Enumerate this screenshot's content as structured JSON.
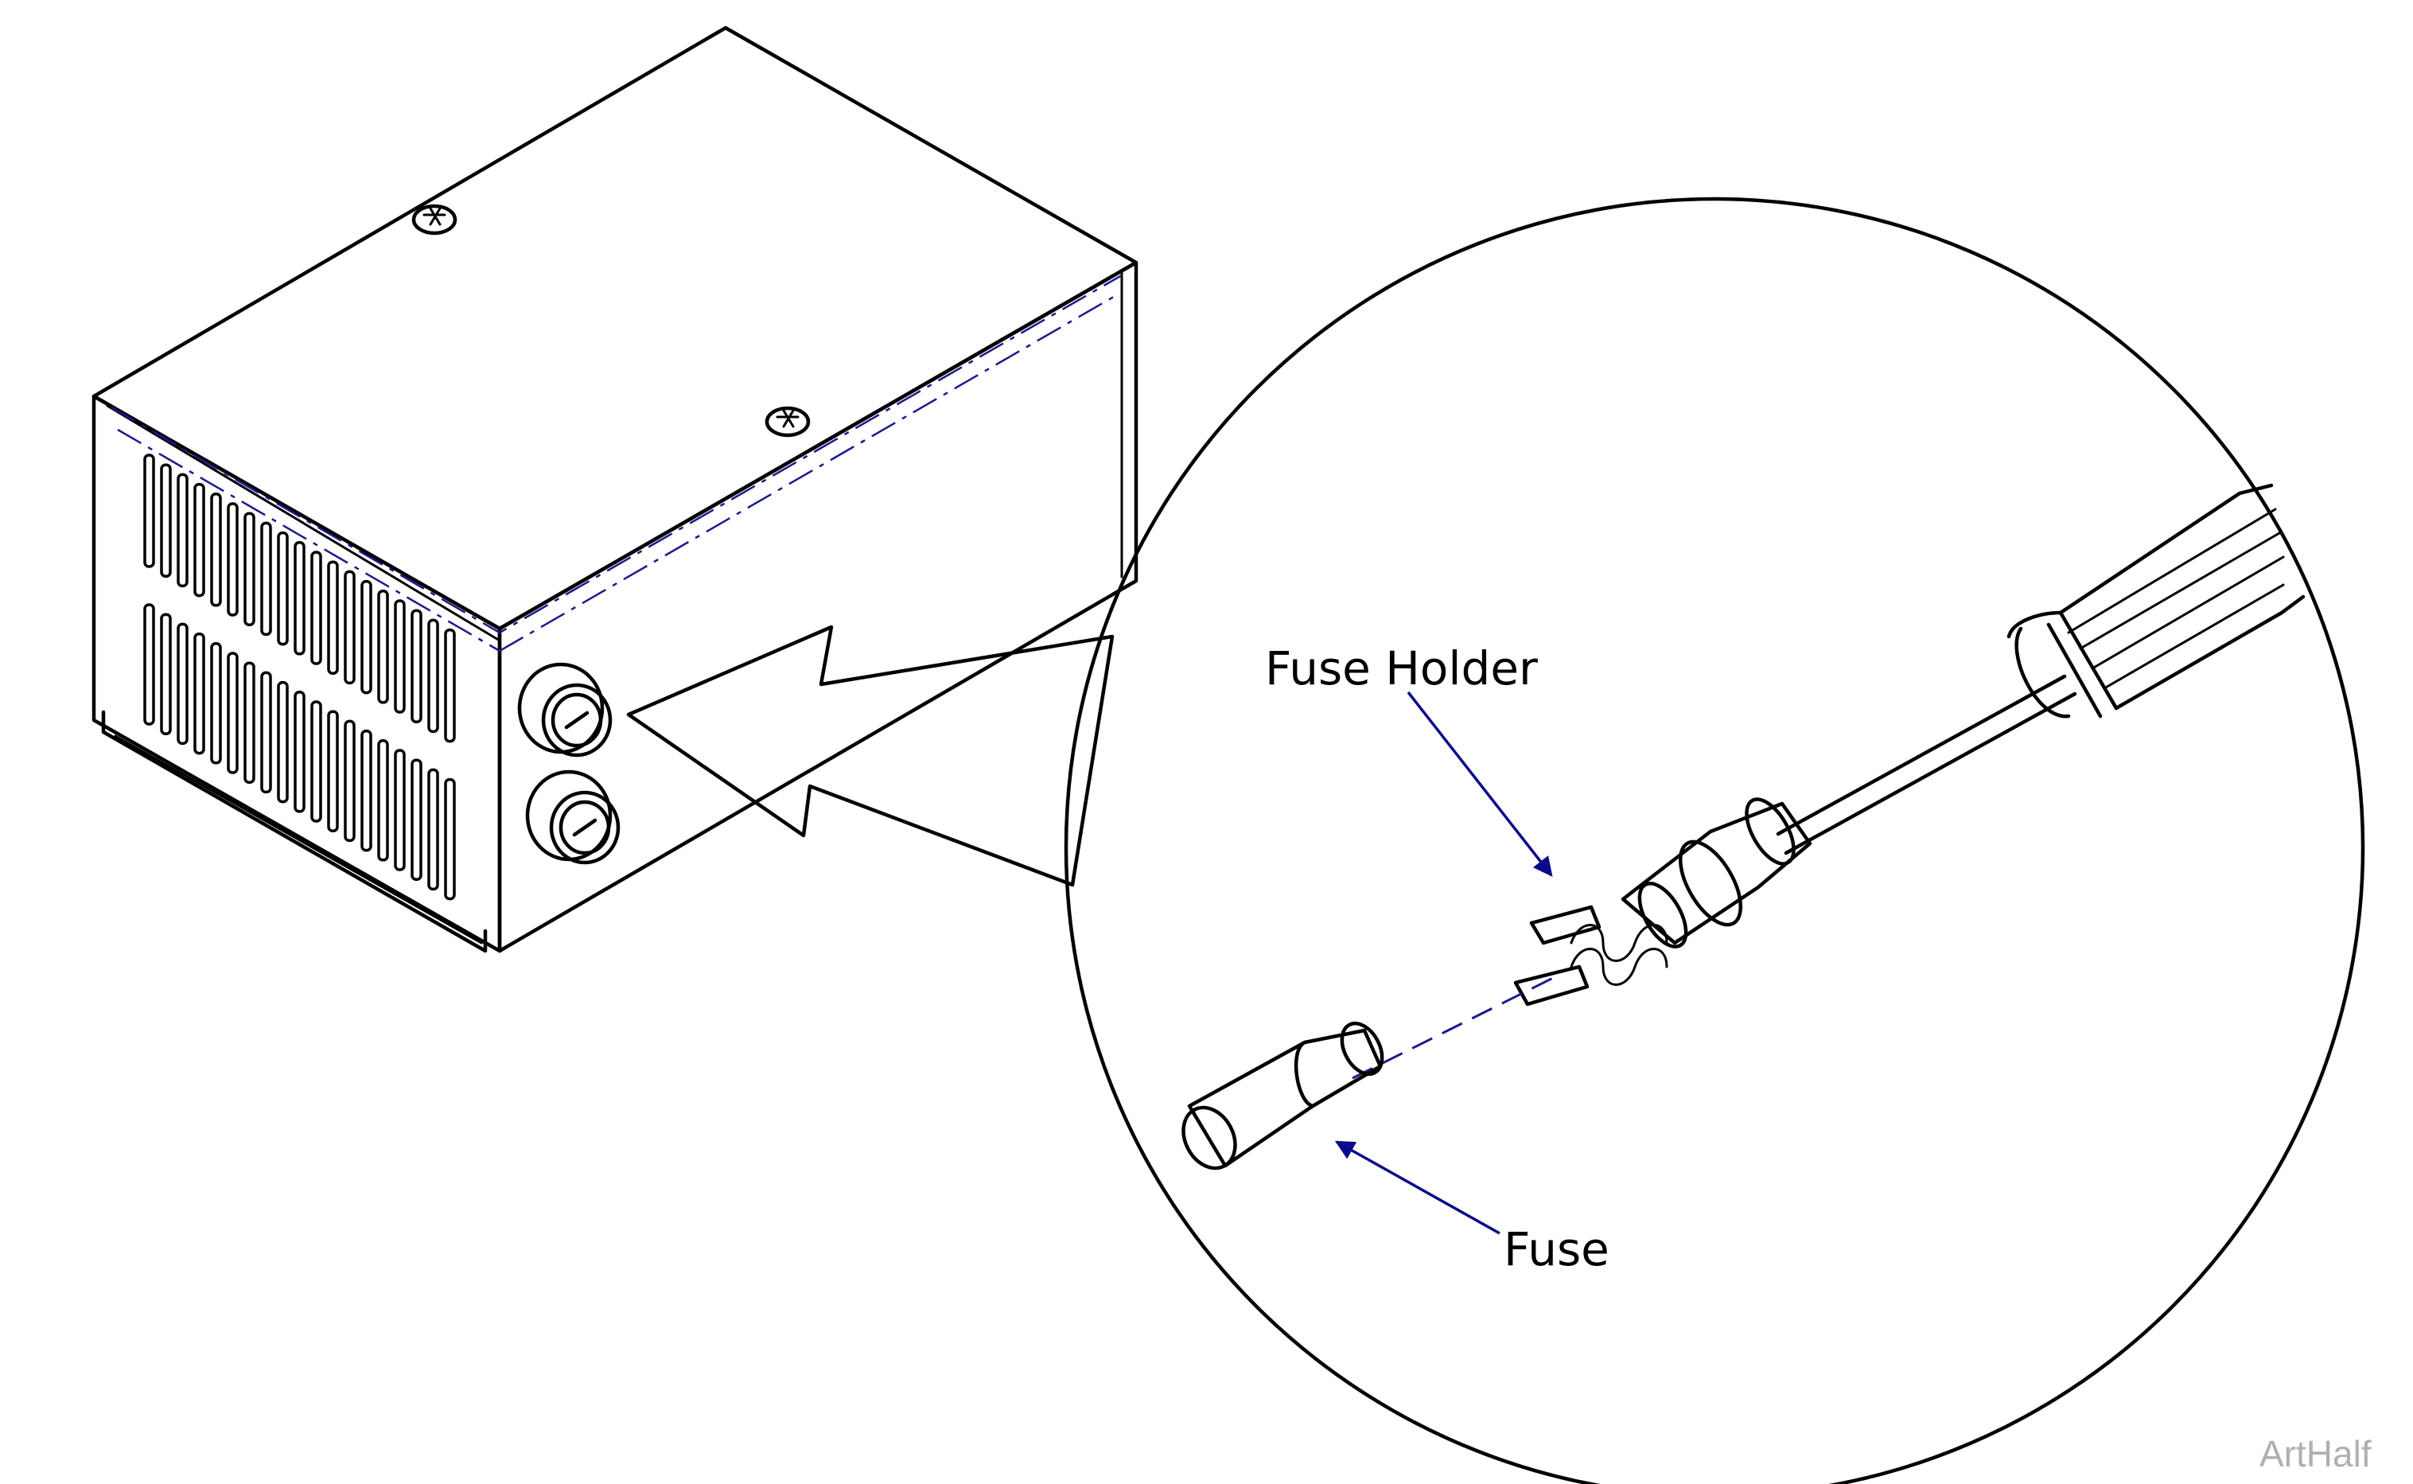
{
  "labels": {
    "fuse_holder": "Fuse Holder",
    "fuse": "Fuse"
  },
  "watermark": "ArtHalf",
  "colors": {
    "line": "#000000",
    "callout": "#0a0a8a",
    "watermark": "#b0b0b0"
  }
}
